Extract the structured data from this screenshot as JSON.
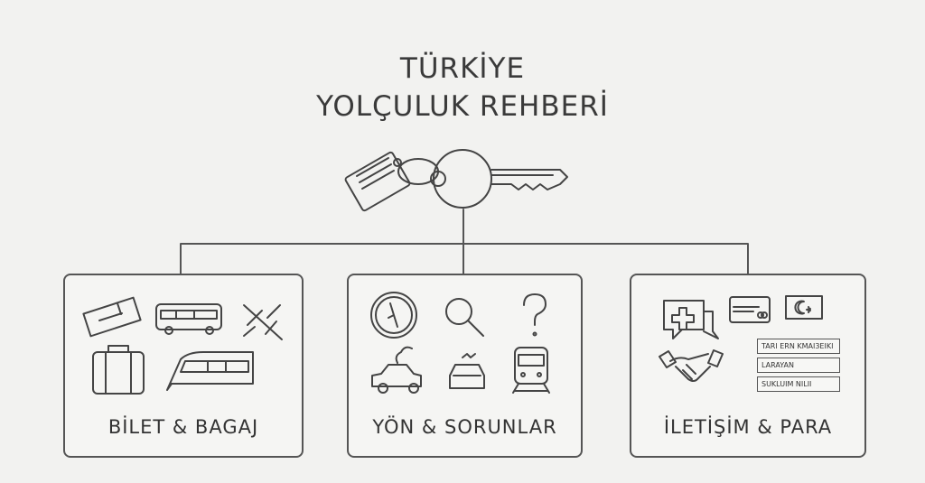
{
  "title": {
    "line1": "TÜRKİYE",
    "line2": "YOLÇULUK REHBERİ"
  },
  "sections": [
    {
      "label": "BİLET & BAGAJ",
      "icons": [
        "ticket-icon",
        "bus-icon",
        "airplane-icon",
        "suitcase-icon",
        "train-icon"
      ]
    },
    {
      "label": "YÖN & SORUNLAR",
      "icons": [
        "compass-icon",
        "magnifier-icon",
        "question-icon",
        "broken-car-icon",
        "car-icon",
        "metro-icon"
      ]
    },
    {
      "label": "İLETİŞİM & PARA",
      "icons": [
        "medical-chat-icon",
        "credit-card-icon",
        "turkish-flag-icon",
        "handshake-icon"
      ],
      "tags": [
        "TARI ERN KMAI3EIKI",
        "LARAYAN",
        "SUKLUIM NILII"
      ]
    }
  ],
  "colors": {
    "background": "#f2f2f0",
    "ink": "#444444"
  }
}
